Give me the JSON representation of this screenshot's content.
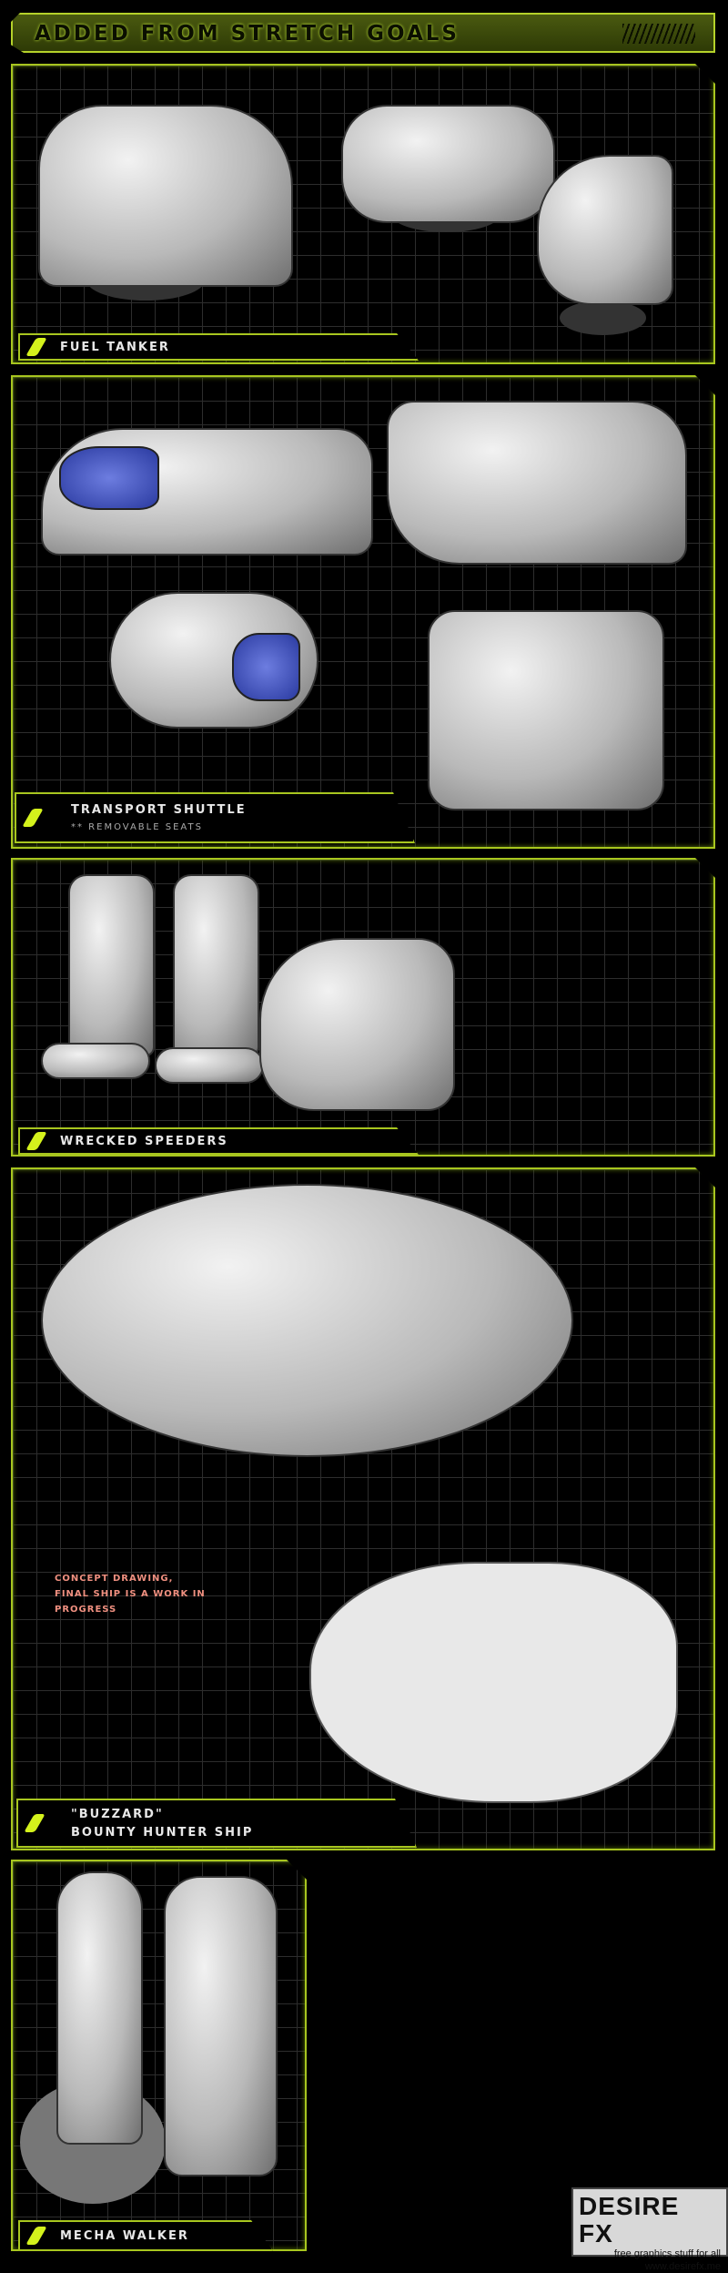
{
  "header": {
    "title": "ADDED FROM STRETCH GOALS"
  },
  "sections": [
    {
      "title": "FUEL TANKER"
    },
    {
      "title": "TRANSPORT SHUTTLE",
      "subtitle": "** REMOVABLE SEATS"
    },
    {
      "title": "WRECKED SPEEDERS"
    },
    {
      "title": "\"BUZZARD\"",
      "title2": "BOUNTY HUNTER SHIP",
      "note": [
        "CONCEPT DRAWING,",
        "FINAL SHIP IS A WORK IN",
        "PROGRESS"
      ]
    },
    {
      "title": "MECHA WALKER"
    }
  ],
  "watermark": {
    "brand": "DESIRE FX",
    "tagline": "free graphics stuff for all",
    "url": "www.desirefx.me"
  },
  "colors": {
    "accent": "#a8c61f",
    "pip": "#d4f21c",
    "note": "#f09080"
  }
}
